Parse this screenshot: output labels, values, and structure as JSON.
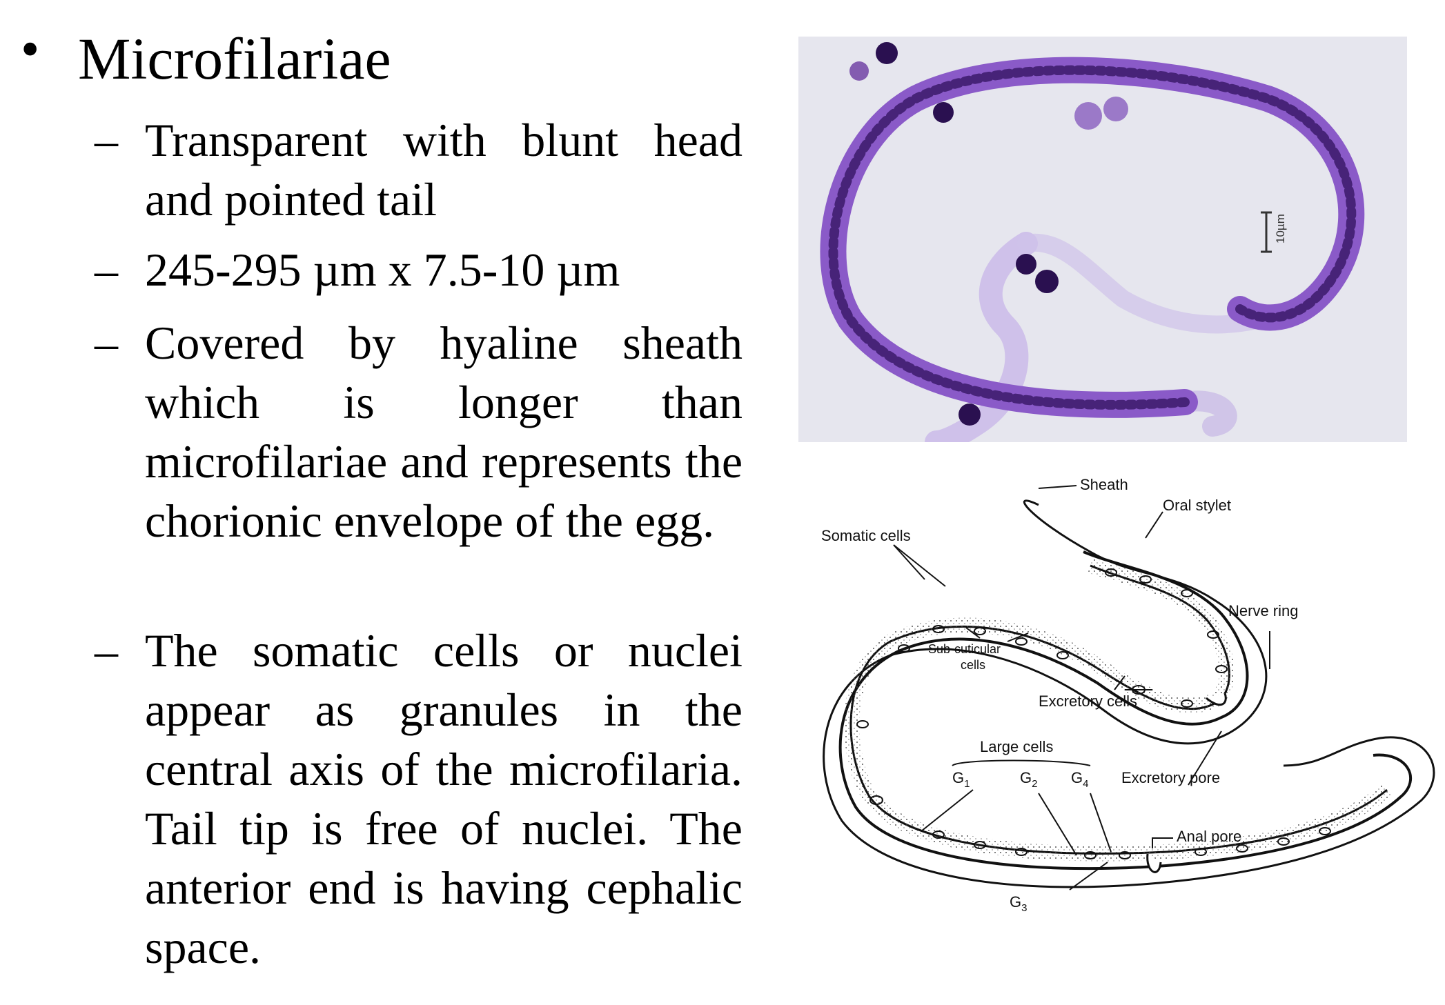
{
  "heading": {
    "bullet": "•",
    "title": "Microfilariae"
  },
  "items": [
    {
      "dash": "–",
      "text": "Transparent with blunt head and pointed tail"
    },
    {
      "dash": "–",
      "text": "245-295 µm x 7.5-10 µm"
    },
    {
      "dash": "–",
      "text": "Covered by hyaline sheath which is longer than microfilariae and represents the chorionic envelope of the egg."
    },
    {
      "dash": "–",
      "text": "The somatic cells or nuclei appear as granules in the central axis of the microfilaria. Tail tip is free of nuclei. The anterior end is having cephalic space."
    }
  ],
  "micrograph": {
    "scale_bar_label": "10µm",
    "colors": {
      "background": "#e8e8ef",
      "body": "#8a5ac8",
      "nuclei": "#2a1050",
      "sheath": "#c9b8e8"
    }
  },
  "diagram": {
    "labels": {
      "sheath": "Sheath",
      "oral_stylet": "Oral stylet",
      "somatic_cells": "Somatic cells",
      "nerve_ring": "Nerve ring",
      "sub_cuticular_1": "Sub-cuticular",
      "sub_cuticular_2": "cells",
      "excretory_cells": "Excretory cells",
      "large_cells": "Large cells",
      "excretory_pore": "Excretory pore",
      "g1": "G",
      "g1_sub": "1",
      "g2": "G",
      "g2_sub": "2",
      "g4": "G",
      "g4_sub": "4",
      "g3": "G",
      "g3_sub": "3",
      "anal_pore": "Anal pore"
    }
  }
}
